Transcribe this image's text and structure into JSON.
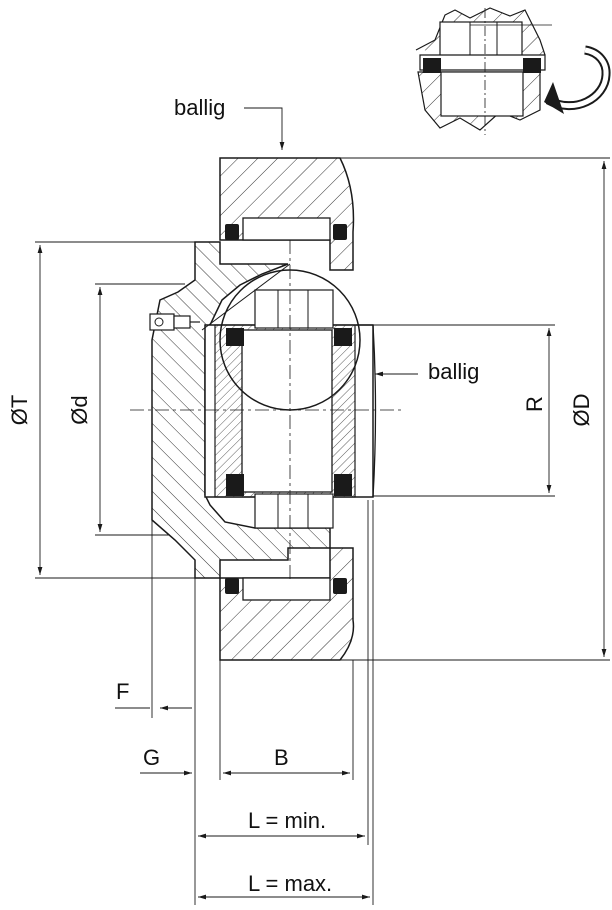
{
  "labels": {
    "ballig_top": "ballig",
    "ballig_side": "ballig",
    "dia_T": "ØT",
    "dia_d": "Ød",
    "dia_D": "ØD",
    "R": "R",
    "F": "F",
    "G": "G",
    "B": "B",
    "L_min": "L =  min.",
    "L_max": "L = max."
  },
  "colors": {
    "line": "#1a1a1a",
    "hatch": "#333333",
    "seal": "#1a1a1a",
    "background": "#ffffff"
  },
  "icons": [
    "rotation-arrow-icon",
    "grease-nipple-icon"
  ]
}
